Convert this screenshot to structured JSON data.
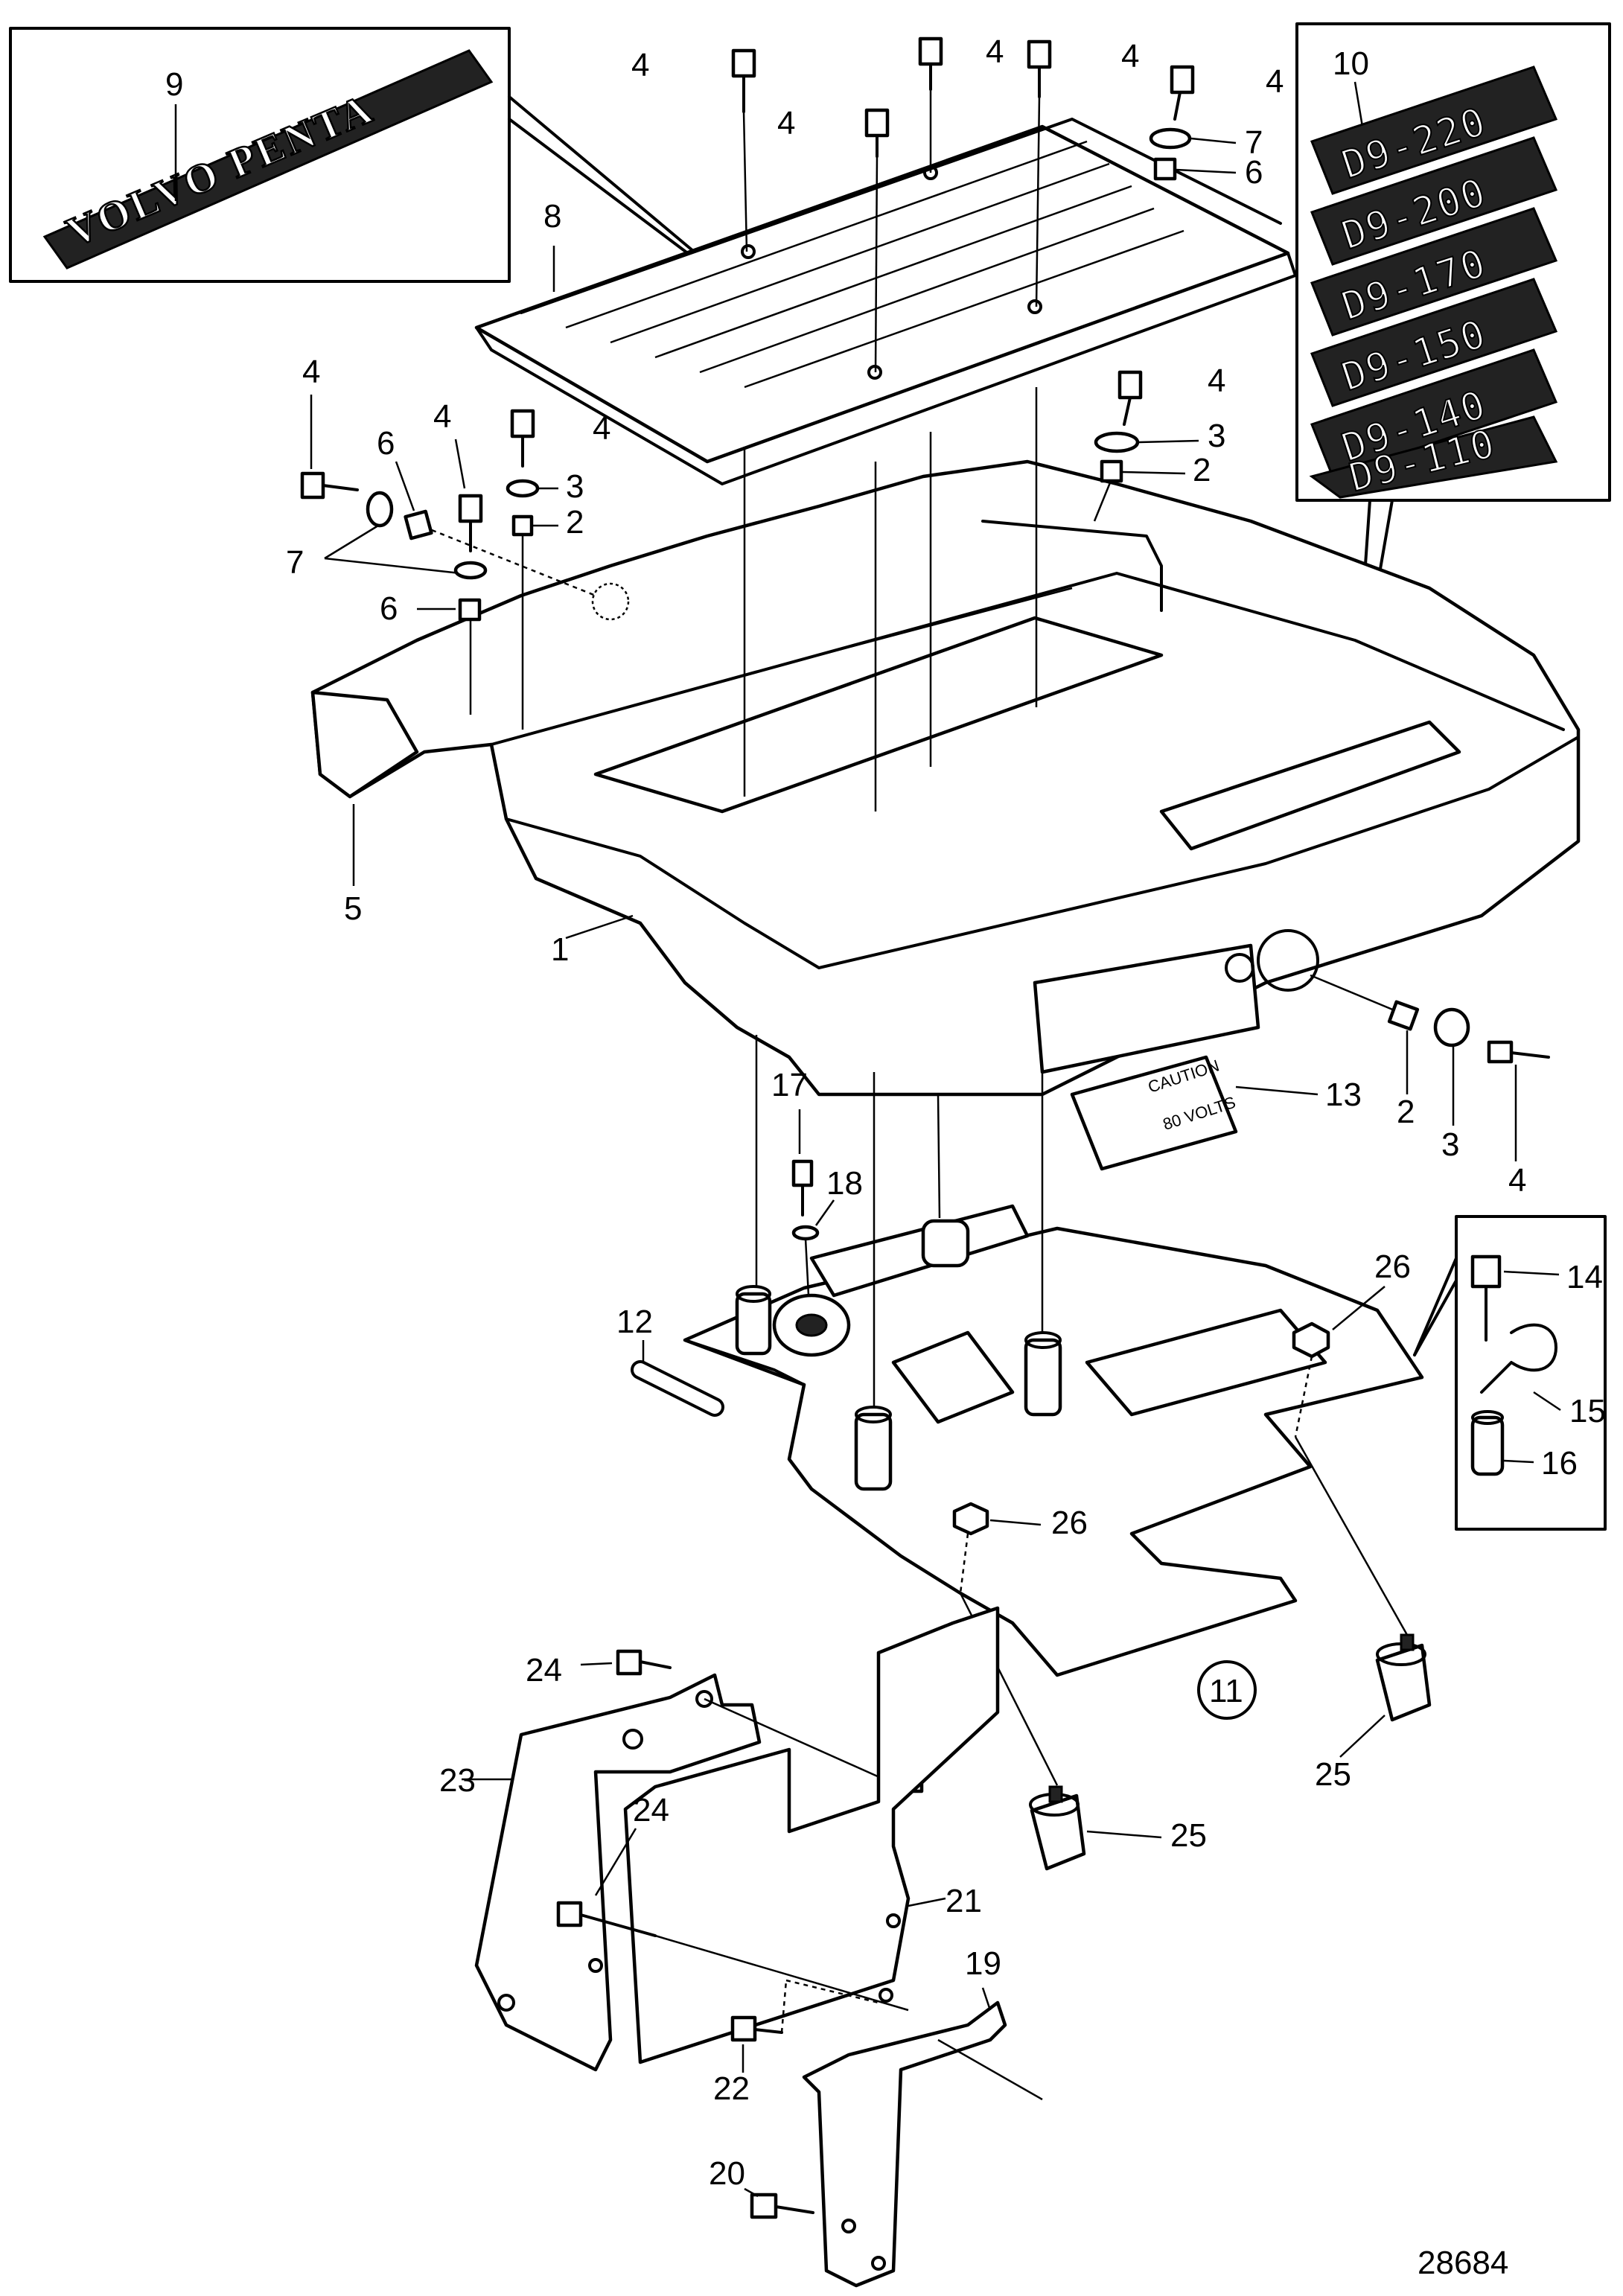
{
  "drawing_number": "28684",
  "brand_decal": "VOLVO PENTA",
  "model_badges": [
    "D9-220",
    "D9-200",
    "D9-170",
    "D9-150",
    "D9-140",
    "D9-110"
  ],
  "caution_label": {
    "heading": "CAUTION",
    "voltage": "80 VOLTS"
  },
  "assembly_ref": "11",
  "callouts": {
    "c1": "1",
    "c2a": "2",
    "c2b": "2",
    "c2c": "2",
    "c3a": "3",
    "c3b": "3",
    "c3c": "3",
    "c4a": "4",
    "c4b": "4",
    "c4c": "4",
    "c4d": "4",
    "c4e": "4",
    "c4f": "4",
    "c4g": "4",
    "c4h": "4",
    "c4i": "4",
    "c4j": "4",
    "c5": "5",
    "c6a": "6",
    "c6b": "6",
    "c6c": "6",
    "c7a": "7",
    "c7b": "7",
    "c8": "8",
    "c9": "9",
    "c10": "10",
    "c12": "12",
    "c13": "13",
    "c14": "14",
    "c15": "15",
    "c16": "16",
    "c17": "17",
    "c18": "18",
    "c19": "19",
    "c20": "20",
    "c21": "21",
    "c22": "22",
    "c23": "23",
    "c24a": "24",
    "c24b": "24",
    "c25a": "25",
    "c25b": "25",
    "c26a": "26",
    "c26b": "26"
  }
}
